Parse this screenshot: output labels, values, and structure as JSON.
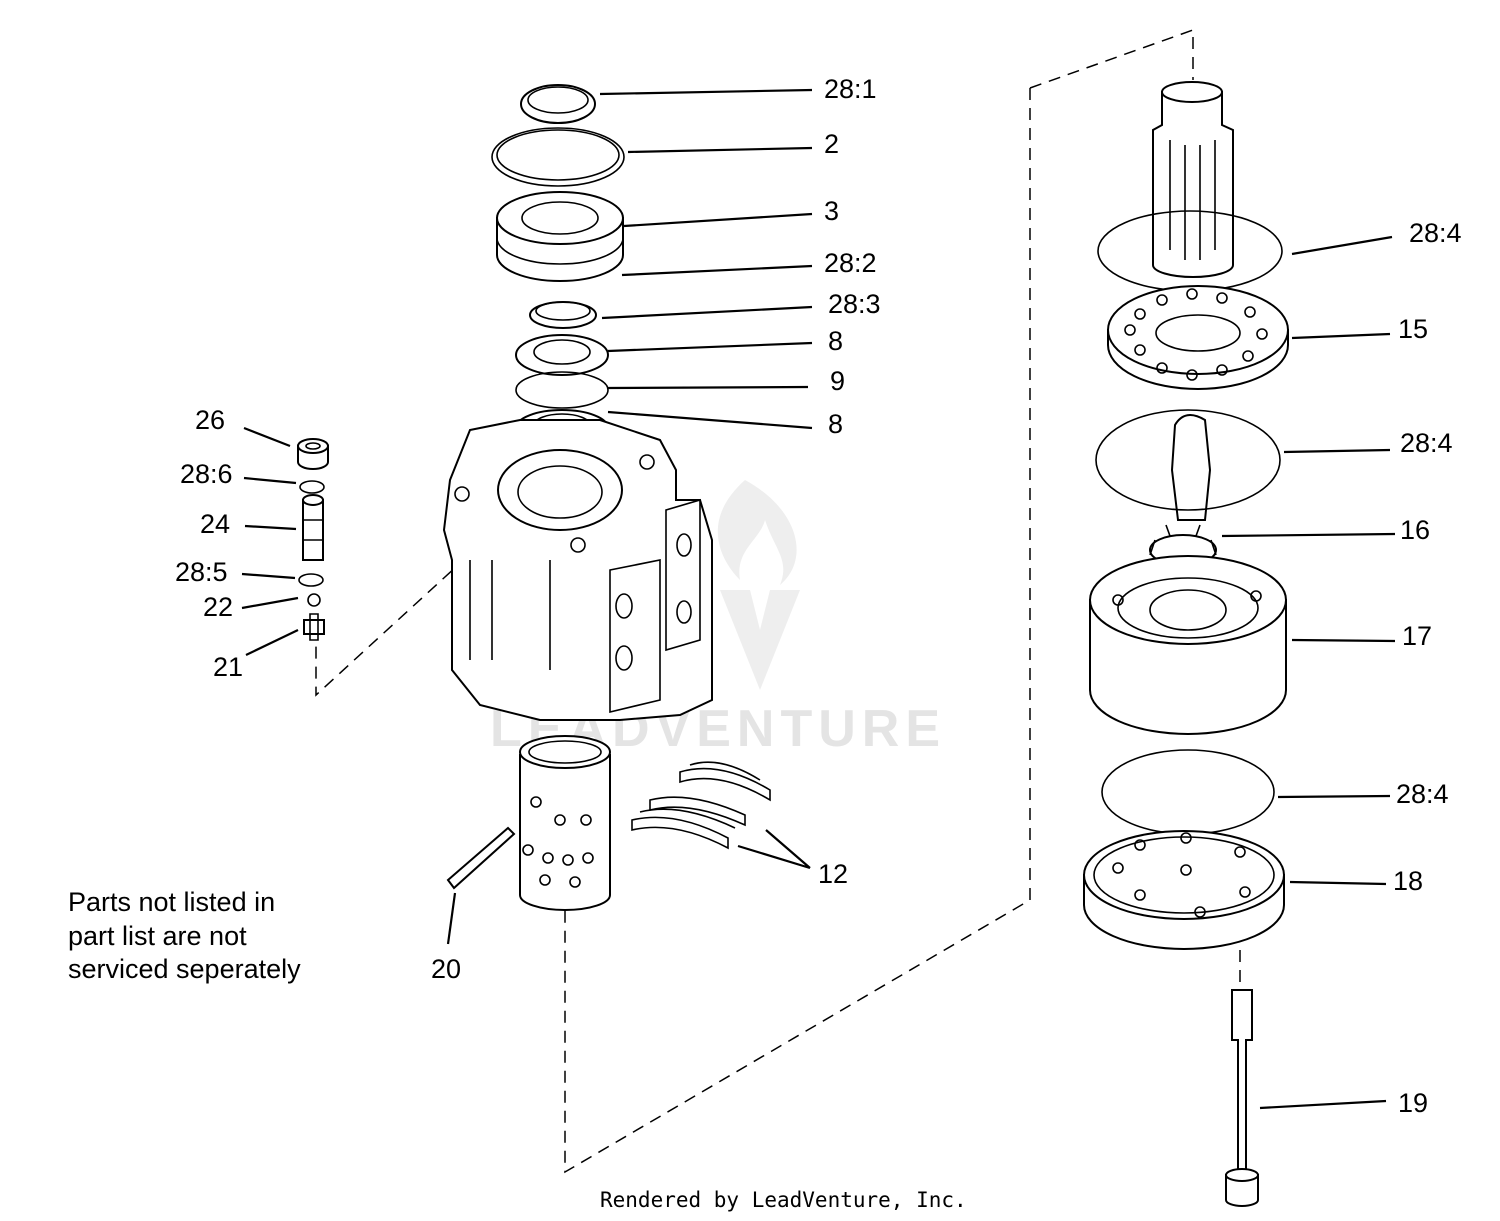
{
  "callouts": [
    {
      "label": "28:1"
    },
    {
      "label": "2"
    },
    {
      "label": "3"
    },
    {
      "label": "28:2"
    },
    {
      "label": "28:3"
    },
    {
      "label": "8"
    },
    {
      "label": "9"
    },
    {
      "label": "8"
    },
    {
      "label": "26"
    },
    {
      "label": "28:6"
    },
    {
      "label": "24"
    },
    {
      "label": "28:5"
    },
    {
      "label": "22"
    },
    {
      "label": "21"
    },
    {
      "label": "20"
    },
    {
      "label": "12"
    },
    {
      "label": "28:4"
    },
    {
      "label": "15"
    },
    {
      "label": "28:4"
    },
    {
      "label": "16"
    },
    {
      "label": "17"
    },
    {
      "label": "28:4"
    },
    {
      "label": "18"
    },
    {
      "label": "19"
    }
  ],
  "note": {
    "lines": [
      "Parts not listed in",
      "part list are not",
      "serviced seperately"
    ]
  },
  "footer": "Rendered by LeadVenture, Inc.",
  "watermark": "LEADVENTURE"
}
